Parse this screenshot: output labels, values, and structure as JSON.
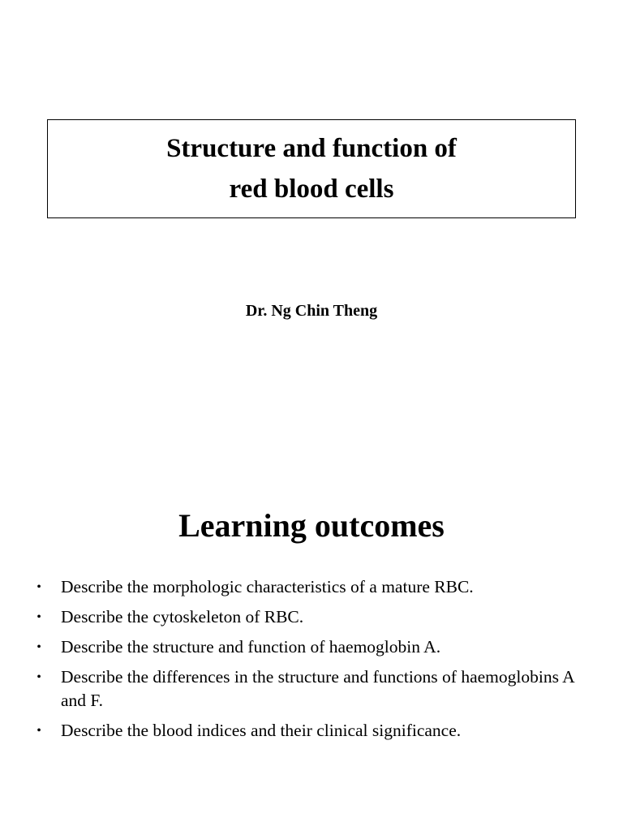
{
  "slide": {
    "title_line1": "Structure and function of",
    "title_line2": "red blood cells",
    "author": "Dr. Ng Chin Theng"
  },
  "learning_outcomes": {
    "heading": "Learning outcomes",
    "bullet_symbol": "•",
    "items": [
      "Describe the morphologic characteristics of a mature RBC.",
      "Describe the cytoskeleton of RBC.",
      "Describe the structure and function of haemoglobin A.",
      "Describe the differences in the structure and functions of haemoglobins A and F.",
      "Describe the blood indices and their clinical significance."
    ]
  }
}
